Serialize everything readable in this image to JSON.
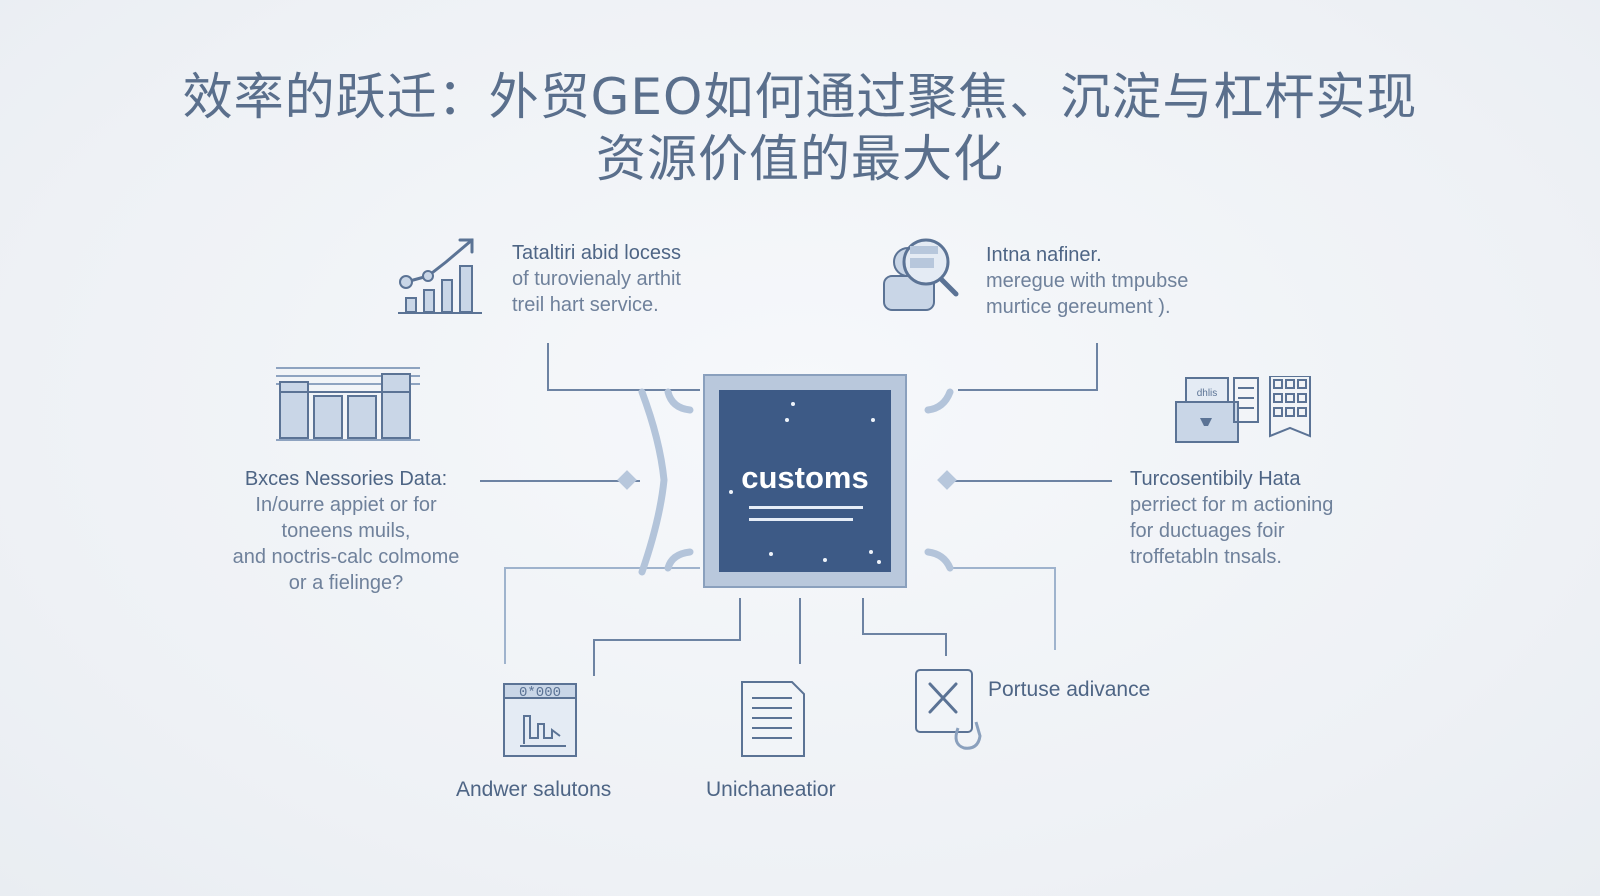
{
  "title": {
    "line1": "效率的跃迁：外贸GEO如何通过聚焦、沉淀与杠杆实现",
    "line2": "资源价值的最大化"
  },
  "hub": {
    "label": "customs"
  },
  "top_left": {
    "head": "Tataltiri abid locess",
    "lines": [
      "of turovienaly arthit",
      "treil hart service."
    ]
  },
  "top_right": {
    "head": "Intna nafiner.",
    "lines": [
      "meregue with tmpubse",
      "murtice gereument )."
    ]
  },
  "mid_left": {
    "head": "Bxces Nessories Data:",
    "lines": [
      "In/ourre appiet or for",
      "toneens muils,",
      "and noctris-calc colmome",
      "or a fielinge?"
    ]
  },
  "mid_right": {
    "head": "Turcosentibily Hata",
    "lines": [
      "perriect for m actioning",
      "for ductuages foir",
      "troffetabln tnsals."
    ]
  },
  "bottom": {
    "calendar_label": "Andwer salutons",
    "document_label": "Unichaneatior",
    "tool_label": "Portuse adivance",
    "calendar_digits": "0*000"
  },
  "icons": {
    "top_left": "growth-chart-icon",
    "top_right": "person-search-icon",
    "mid_left": "bar-chart-icon",
    "mid_right": "data-grid-icon",
    "bottom_calendar": "calendar-chart-icon",
    "bottom_document": "document-icon",
    "bottom_tool": "edit-tool-icon"
  },
  "mid_right_icon_text": "dhlis",
  "colors": {
    "hub_dark": "#3d5a86",
    "hub_frame": "#b9c8dc",
    "line": "#7a8fae",
    "accent_light": "#b7c7dc"
  }
}
